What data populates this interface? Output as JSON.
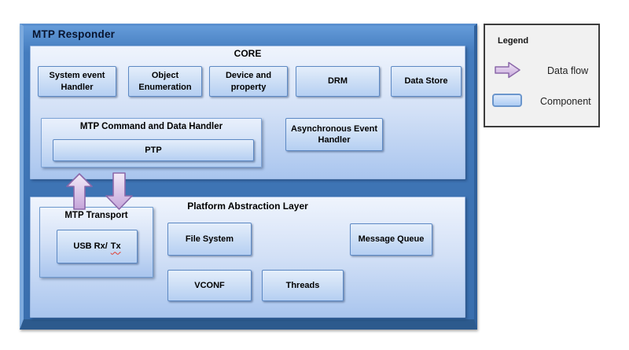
{
  "colors": {
    "responder_blue": "#3d73b3",
    "responder_bevel_dark": "#2c5a8d",
    "section_fill_top": "#eff4fd",
    "section_fill_bottom": "#a9c5ee",
    "component_border": "#5d89c4",
    "arrow_purple_fill": "#c9aadd",
    "arrow_purple_stroke": "#8b68a9",
    "legend_bg": "#f1f1f1",
    "spellcheck_red": "#e03c31"
  },
  "responder": {
    "title": "MTP Responder",
    "core": {
      "title": "CORE",
      "modules": [
        "System event Handler",
        "Object Enumeration",
        "Device and property",
        "DRM",
        "Data Store"
      ],
      "command_handler": {
        "title": "MTP Command and Data Handler",
        "child": "PTP"
      },
      "async_handler": "Asynchronous Event Handler"
    },
    "transport": {
      "title": "MTP Transport",
      "usb_prefix": "USB Rx/",
      "usb_suffix": "Tx"
    },
    "pal": {
      "title": "Platform Abstraction Layer",
      "modules": [
        "File System",
        "Message Queue",
        "VCONF",
        "Threads"
      ]
    }
  },
  "legend": {
    "title": "Legend",
    "items": [
      {
        "icon": "data-flow-arrow-icon",
        "label": "Data flow"
      },
      {
        "icon": "component-swatch-icon",
        "label": "Component"
      }
    ]
  }
}
